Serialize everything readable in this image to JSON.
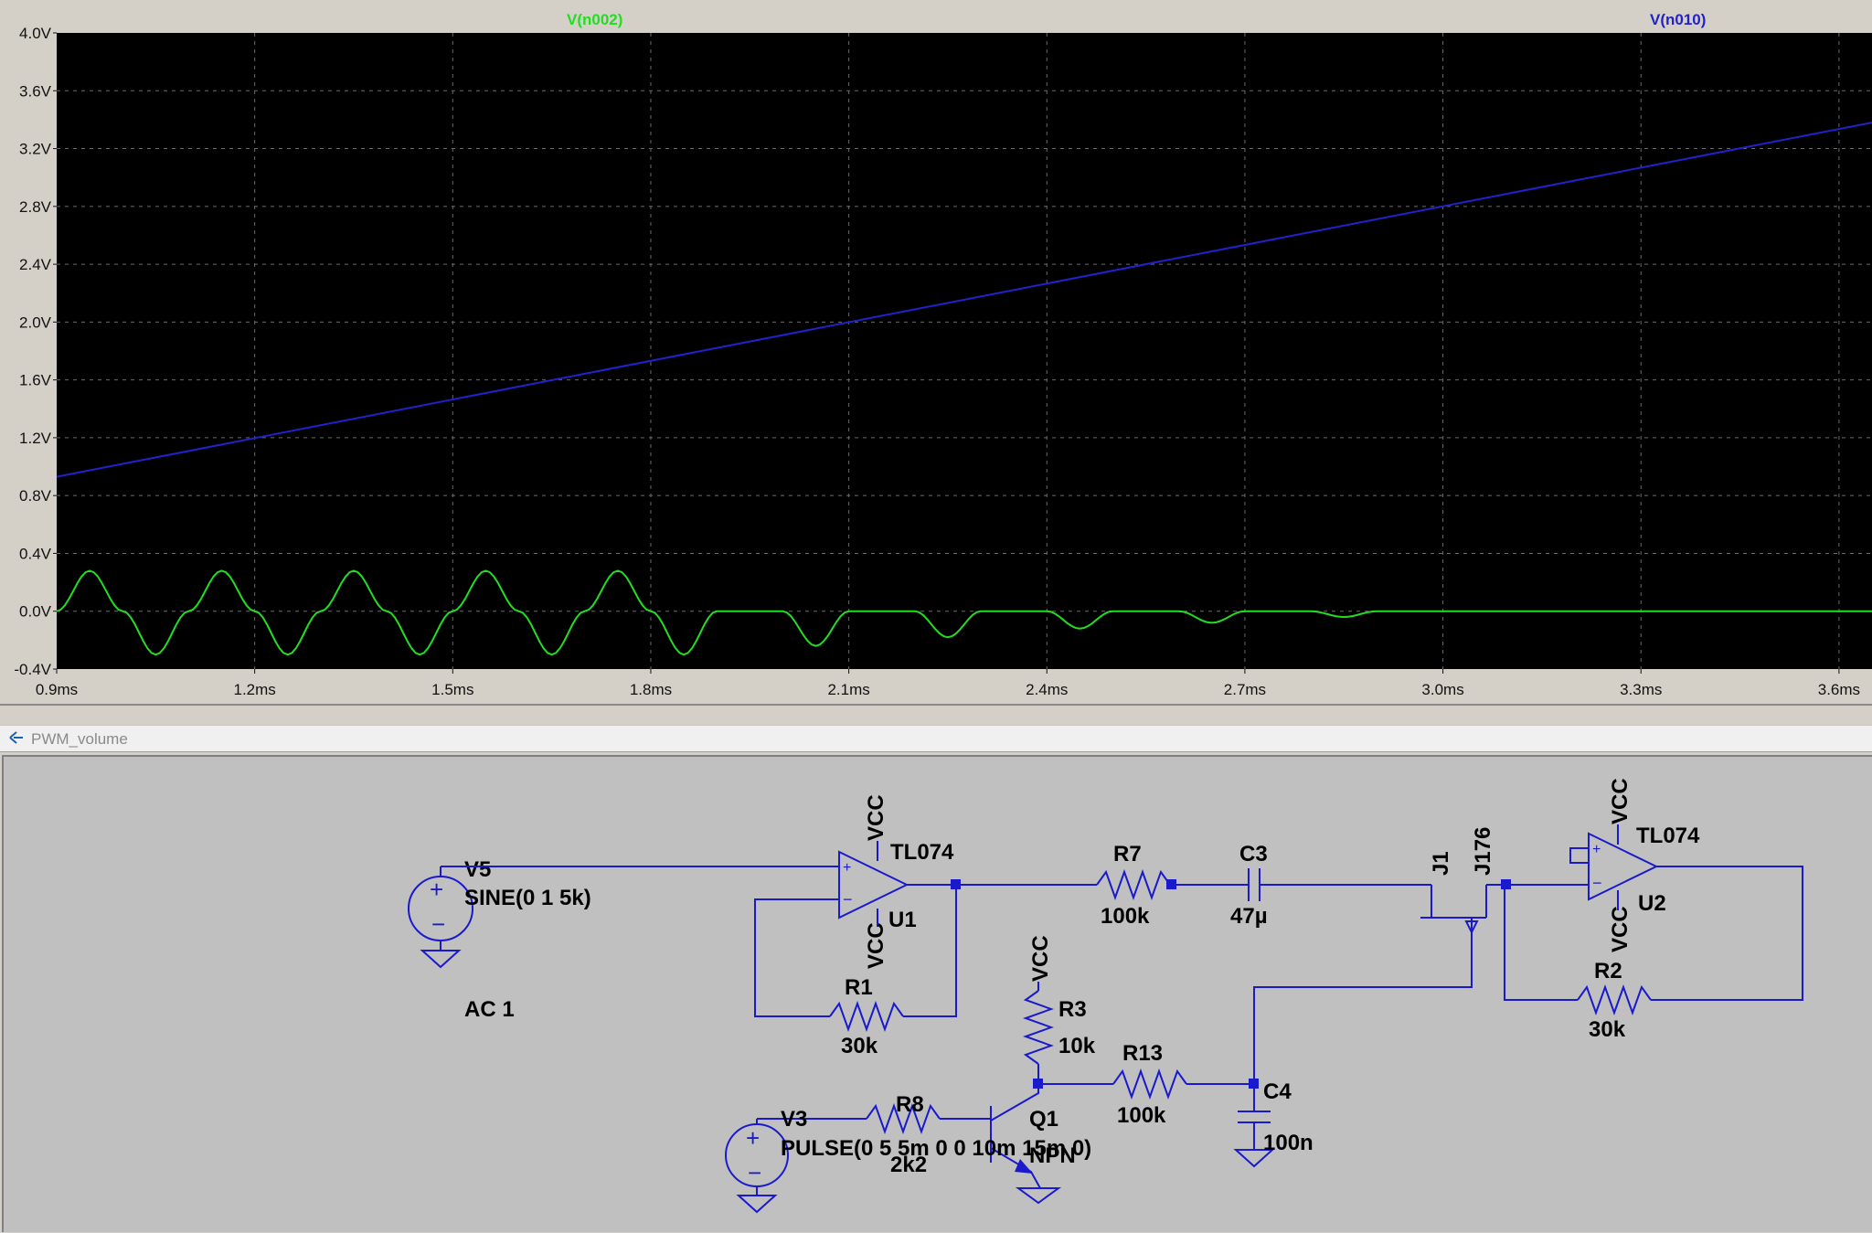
{
  "chart_data": {
    "type": "line",
    "x_unit": "ms",
    "xlim": [
      0.9,
      3.65
    ],
    "ylim": [
      -0.4,
      4.0
    ],
    "grid": true,
    "y_ticks": [
      "4.0V",
      "3.6V",
      "3.2V",
      "2.8V",
      "2.4V",
      "2.0V",
      "1.6V",
      "1.2V",
      "0.8V",
      "0.4V",
      "0.0V",
      "-0.4V"
    ],
    "y_tick_values": [
      4.0,
      3.6,
      3.2,
      2.8,
      2.4,
      2.0,
      1.6,
      1.2,
      0.8,
      0.4,
      0.0,
      -0.4
    ],
    "x_ticks": [
      "0.9ms",
      "1.2ms",
      "1.5ms",
      "1.8ms",
      "2.1ms",
      "2.4ms",
      "2.7ms",
      "3.0ms",
      "3.3ms",
      "3.6ms"
    ],
    "x_tick_values": [
      0.9,
      1.2,
      1.5,
      1.8,
      2.1,
      2.4,
      2.7,
      3.0,
      3.3,
      3.6
    ],
    "series": [
      {
        "name": "V(n002)",
        "color": "#22dd22",
        "x": [
          0.9,
          0.95,
          1.0,
          1.05,
          1.1,
          1.15,
          1.2,
          1.25,
          1.3,
          1.35,
          1.4,
          1.45,
          1.5,
          1.55,
          1.6,
          1.65,
          1.7,
          1.75,
          1.8,
          1.85,
          1.9,
          1.95,
          2.0,
          2.05,
          2.1,
          2.15,
          2.2,
          2.25,
          2.3,
          2.35,
          2.4,
          2.45,
          2.5,
          2.55,
          2.6,
          2.65,
          2.7,
          2.8,
          2.85,
          2.9,
          3.0,
          3.65
        ],
        "y": [
          0.0,
          0.28,
          0.0,
          -0.3,
          0.0,
          0.28,
          0.0,
          -0.3,
          0.0,
          0.28,
          0.0,
          -0.3,
          0.0,
          0.28,
          0.0,
          -0.3,
          0.0,
          0.28,
          0.0,
          -0.3,
          0.0,
          0.0,
          0.0,
          -0.24,
          0.0,
          0.0,
          0.0,
          -0.18,
          0.0,
          0.0,
          0.0,
          -0.12,
          0.0,
          0.0,
          0.0,
          -0.08,
          0.0,
          0.0,
          -0.04,
          0.0,
          0.0,
          0.0
        ]
      },
      {
        "name": "V(n010)",
        "color": "#2222cc",
        "x": [
          0.9,
          3.65
        ],
        "y": [
          0.93,
          3.38
        ]
      }
    ]
  },
  "schematic": {
    "window_title": "PWM_volume",
    "v5": {
      "name": "V5",
      "value": "SINE(0 1 5k)"
    },
    "ac": "AC 1",
    "u1": {
      "name": "U1",
      "model": "TL074"
    },
    "u2": {
      "name": "U2",
      "model": "TL074"
    },
    "r1": {
      "name": "R1",
      "value": "30k"
    },
    "r2": {
      "name": "R2",
      "value": "30k"
    },
    "r3": {
      "name": "R3",
      "value": "10k"
    },
    "r7": {
      "name": "R7",
      "value": "100k"
    },
    "r8": {
      "name": "R8",
      "value": "2k2"
    },
    "r13": {
      "name": "R13",
      "value": "100k"
    },
    "c3": {
      "name": "C3",
      "value": "47µ"
    },
    "c4": {
      "name": "C4",
      "value": "100n"
    },
    "j1": {
      "name": "J1",
      "model": "J176"
    },
    "q1": {
      "name": "Q1",
      "model": "NPN"
    },
    "v3": {
      "name": "V3",
      "value": "PULSE(0 5 5m 0 0 10m 15m 0)"
    },
    "vcc": "VCC"
  }
}
